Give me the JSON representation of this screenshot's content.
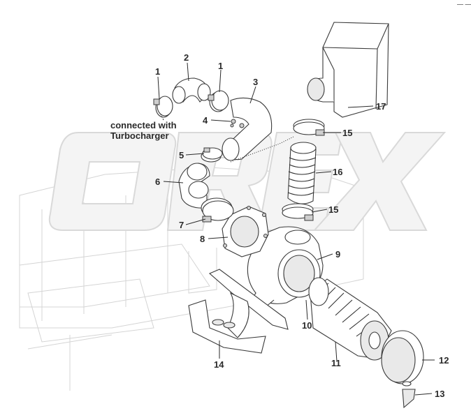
{
  "diagram": {
    "callouts": [
      {
        "id": "c1a",
        "text": "1"
      },
      {
        "id": "c2",
        "text": "2"
      },
      {
        "id": "c1b",
        "text": "1"
      },
      {
        "id": "c3",
        "text": "3"
      },
      {
        "id": "c4",
        "text": "4"
      },
      {
        "id": "c5",
        "text": "5"
      },
      {
        "id": "c6",
        "text": "6"
      },
      {
        "id": "c7",
        "text": "7"
      },
      {
        "id": "c8",
        "text": "8"
      },
      {
        "id": "c9",
        "text": "9"
      },
      {
        "id": "c10",
        "text": "10"
      },
      {
        "id": "c11",
        "text": "11"
      },
      {
        "id": "c12",
        "text": "12"
      },
      {
        "id": "c13",
        "text": "13"
      },
      {
        "id": "c14",
        "text": "14"
      },
      {
        "id": "c15a",
        "text": "15"
      },
      {
        "id": "c15b",
        "text": "15"
      },
      {
        "id": "c16",
        "text": "16"
      },
      {
        "id": "c17",
        "text": "17"
      }
    ],
    "note_line1": "connected with",
    "note_line2": "Turbocharger",
    "corner_mark": "— —",
    "watermark_text": "OREX",
    "colors": {
      "line": "#3a3a3a",
      "watermark": "#d9d9d9",
      "label": "#2a2a2a"
    }
  }
}
